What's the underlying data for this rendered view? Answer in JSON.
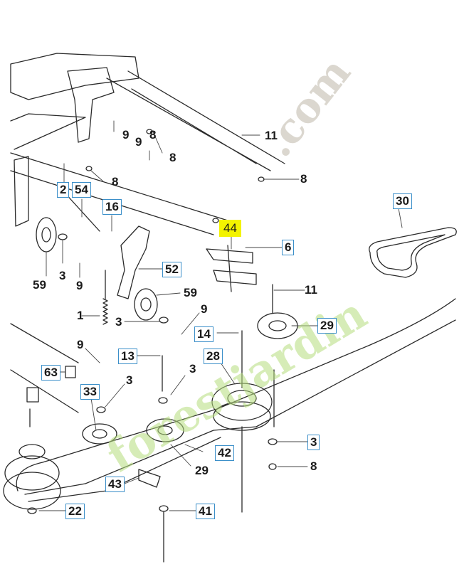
{
  "diagram": {
    "watermark_domain": ".com",
    "watermark_brand": "jardin",
    "watermark_prefix": "forest",
    "colors": {
      "label_border": "#3b8fc9",
      "highlight": "#f3f300",
      "line": "#2a2a2a",
      "watermark_grey": "#cfcac0",
      "watermark_green": "#b6de7e"
    },
    "labels": {
      "p9a": "9",
      "p8a": "8",
      "p11a": "11",
      "p9b": "9",
      "p8b": "8",
      "p8c": "8",
      "p8d": "8",
      "p2": "2",
      "p54": "54",
      "p16": "16",
      "p44": "44",
      "p6": "6",
      "p30": "30",
      "p59a": "59",
      "p3a": "3",
      "p9c": "9",
      "p52": "52",
      "p11b": "11",
      "p59b": "59",
      "p1": "1",
      "p3b": "3",
      "p9d": "9",
      "p29a": "29",
      "p14": "14",
      "p9e": "9",
      "p13": "13",
      "p28": "28",
      "p3c": "3",
      "p63": "63",
      "p33": "33",
      "p3d": "3",
      "p3e": "3",
      "p42": "42",
      "p8e": "8",
      "p29b": "29",
      "p43": "43",
      "p22": "22",
      "p41": "41"
    }
  }
}
